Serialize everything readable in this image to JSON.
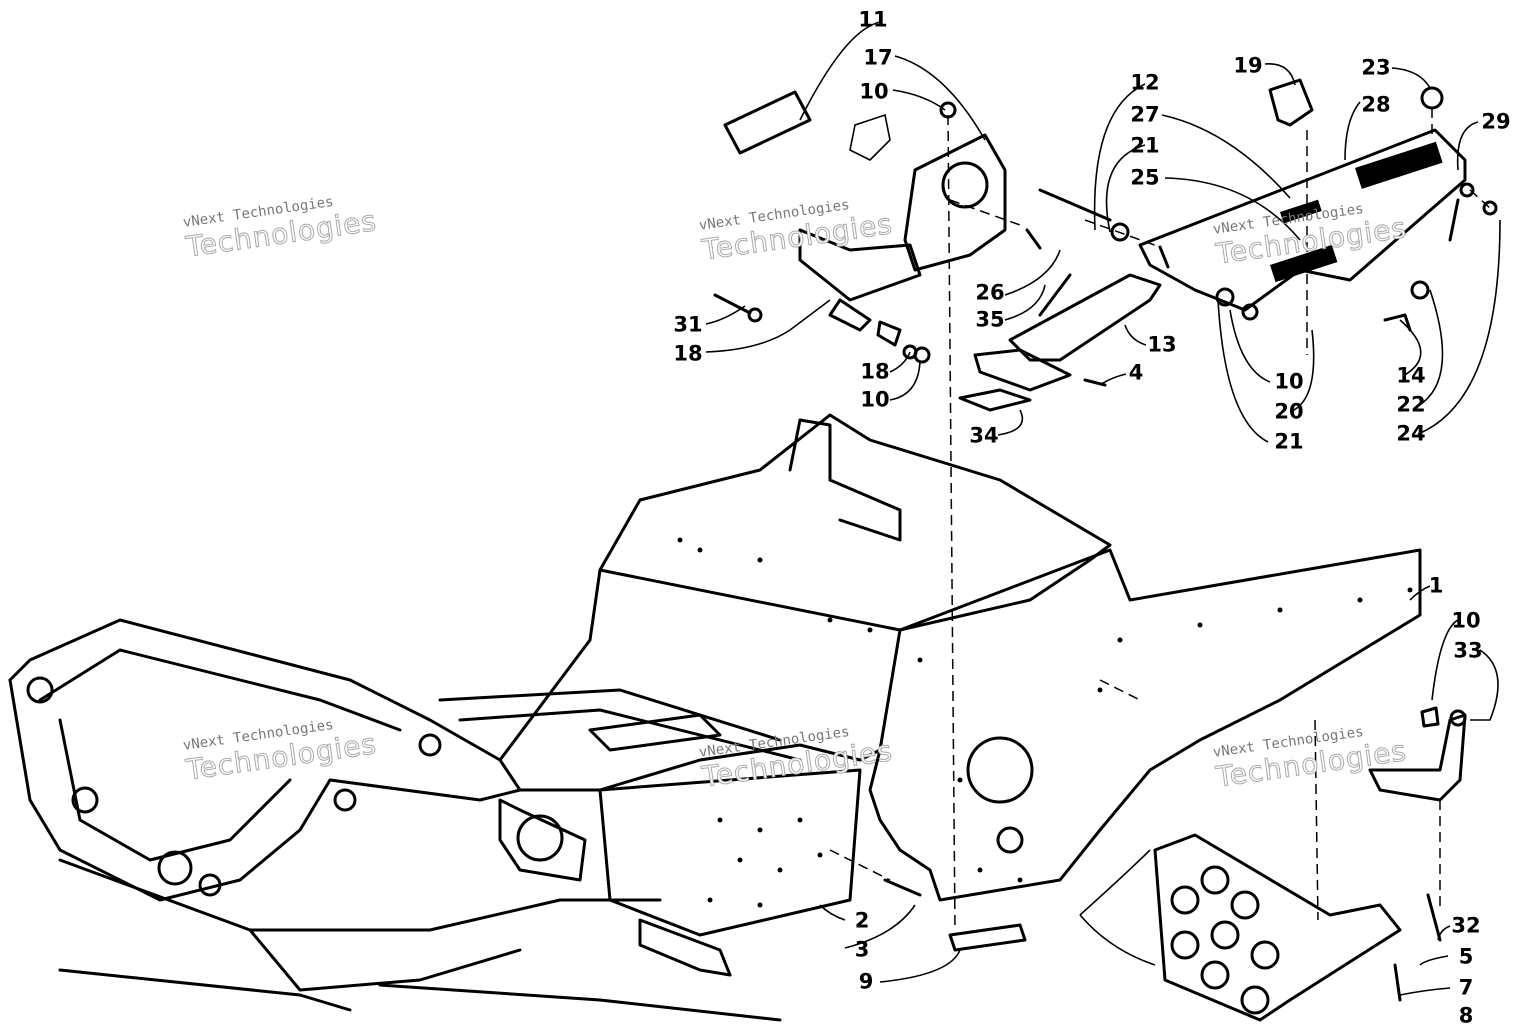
{
  "callouts": [
    {
      "id": "11",
      "label": "11"
    },
    {
      "id": "17",
      "label": "17"
    },
    {
      "id": "10a",
      "label": "10"
    },
    {
      "id": "12",
      "label": "12"
    },
    {
      "id": "27",
      "label": "27"
    },
    {
      "id": "21a",
      "label": "21"
    },
    {
      "id": "25",
      "label": "25"
    },
    {
      "id": "19",
      "label": "19"
    },
    {
      "id": "23",
      "label": "23"
    },
    {
      "id": "28",
      "label": "28"
    },
    {
      "id": "29",
      "label": "29"
    },
    {
      "id": "26",
      "label": "26"
    },
    {
      "id": "35",
      "label": "35"
    },
    {
      "id": "13",
      "label": "13"
    },
    {
      "id": "4",
      "label": "4"
    },
    {
      "id": "34",
      "label": "34"
    },
    {
      "id": "31",
      "label": "31"
    },
    {
      "id": "18a",
      "label": "18"
    },
    {
      "id": "18b",
      "label": "18"
    },
    {
      "id": "10b",
      "label": "10"
    },
    {
      "id": "10c",
      "label": "10"
    },
    {
      "id": "20",
      "label": "20"
    },
    {
      "id": "21b",
      "label": "21"
    },
    {
      "id": "14",
      "label": "14"
    },
    {
      "id": "22",
      "label": "22"
    },
    {
      "id": "24",
      "label": "24"
    },
    {
      "id": "1",
      "label": "1"
    },
    {
      "id": "10d",
      "label": "10"
    },
    {
      "id": "33",
      "label": "33"
    },
    {
      "id": "2",
      "label": "2"
    },
    {
      "id": "3",
      "label": "3"
    },
    {
      "id": "9",
      "label": "9"
    },
    {
      "id": "32",
      "label": "32"
    },
    {
      "id": "5",
      "label": "5"
    },
    {
      "id": "7",
      "label": "7"
    },
    {
      "id": "8",
      "label": "8"
    }
  ],
  "watermark": {
    "line1": "vNext Technologies",
    "line2": "Technologies"
  }
}
